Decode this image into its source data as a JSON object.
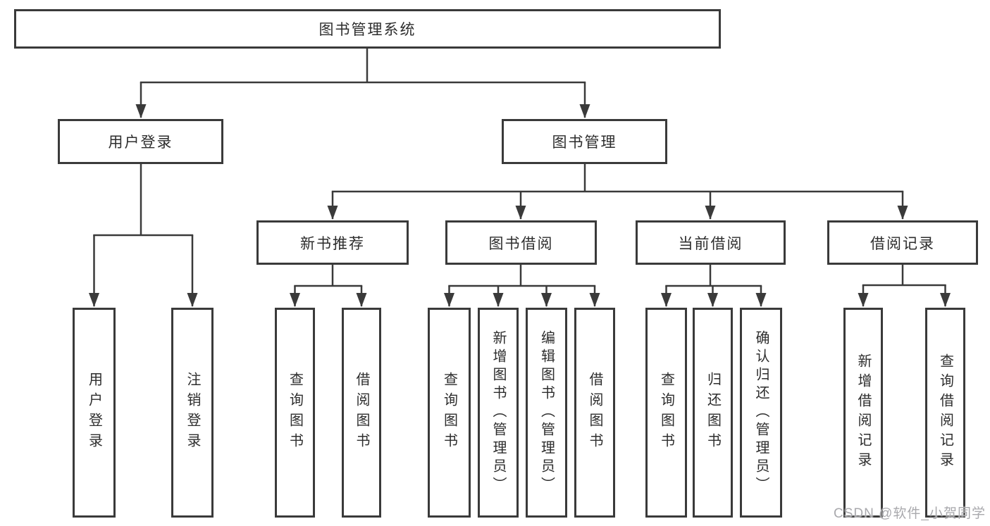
{
  "diagram": {
    "title_node": {
      "label": "图书管理系统"
    },
    "level2": [
      {
        "label": "用户登录"
      },
      {
        "label": "图书管理"
      }
    ],
    "level3": [
      {
        "label": "新书推荐",
        "parent": "图书管理"
      },
      {
        "label": "图书借阅",
        "parent": "图书管理"
      },
      {
        "label": "当前借阅",
        "parent": "图书管理"
      },
      {
        "label": "借阅记录",
        "parent": "图书管理"
      }
    ],
    "leaves": [
      {
        "label": "用户登录",
        "parent": "用户登录"
      },
      {
        "label": "注销登录",
        "parent": "用户登录"
      },
      {
        "label": "查询图书",
        "parent": "新书推荐"
      },
      {
        "label": "借阅图书",
        "parent": "新书推荐"
      },
      {
        "label": "查询图书",
        "parent": "图书借阅"
      },
      {
        "label": "新增图书（管理员）",
        "parent": "图书借阅"
      },
      {
        "label": "编辑图书（管理员）",
        "parent": "图书借阅"
      },
      {
        "label": "借阅图书",
        "parent": "图书借阅"
      },
      {
        "label": "查询图书",
        "parent": "当前借阅"
      },
      {
        "label": "归还图书",
        "parent": "当前借阅"
      },
      {
        "label": "确认归还（管理员）",
        "parent": "当前借阅"
      },
      {
        "label": "新增借阅记录",
        "parent": "借阅记录"
      },
      {
        "label": "查询借阅记录",
        "parent": "借阅记录"
      }
    ],
    "watermark": "CSDN @软件_小贺同学",
    "colors": {
      "line": "#3a3a3a",
      "text": "#2d2d2d",
      "background": "#ffffff",
      "watermark": "#a9a9ad"
    }
  }
}
